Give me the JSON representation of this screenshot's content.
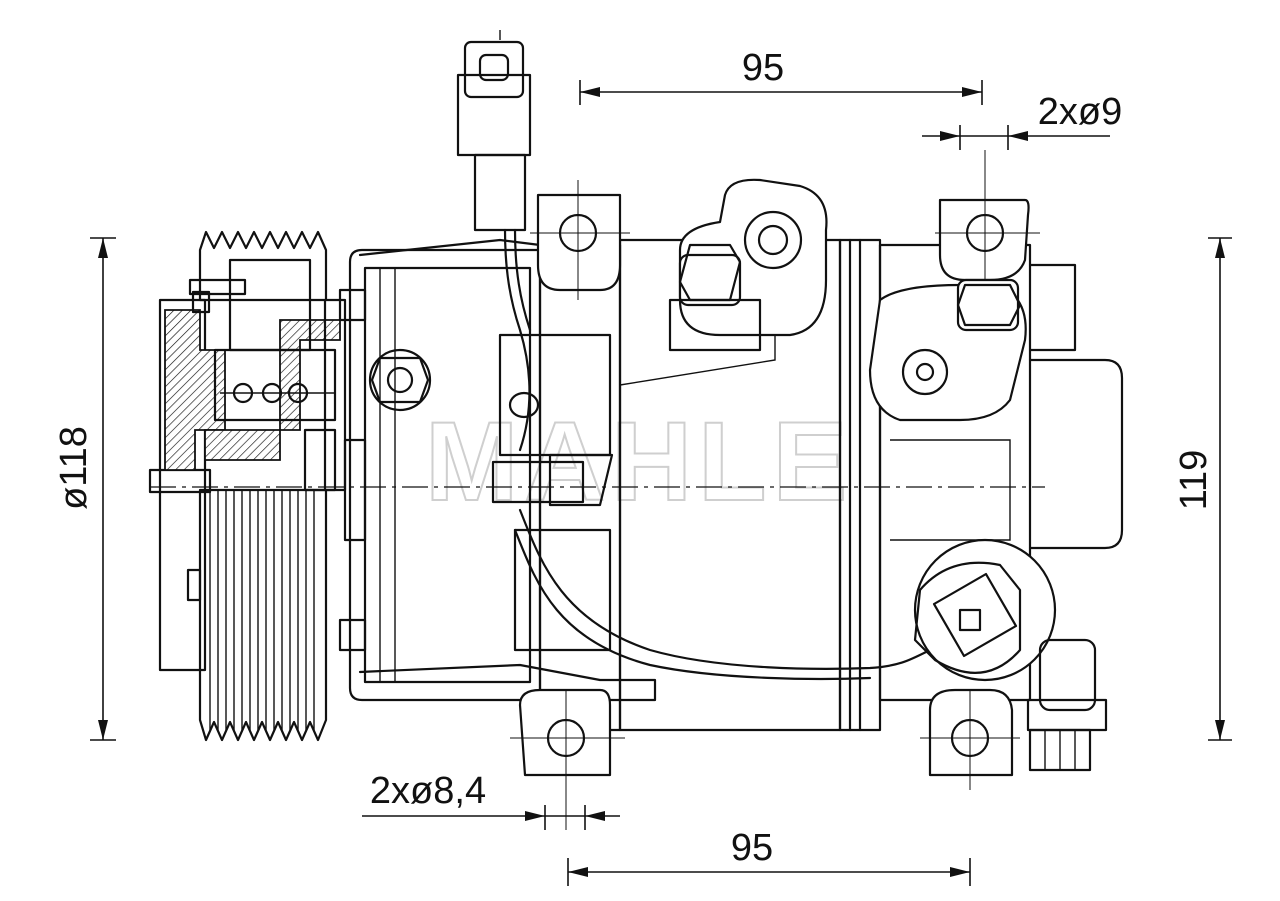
{
  "dimensions": {
    "top_width": "95",
    "top_hole": "2xø9",
    "height_right": "119",
    "pulley_diameter": "ø118",
    "bottom_hole": "2xø8,4",
    "bottom_width": "95"
  },
  "watermark": "MAHLE"
}
